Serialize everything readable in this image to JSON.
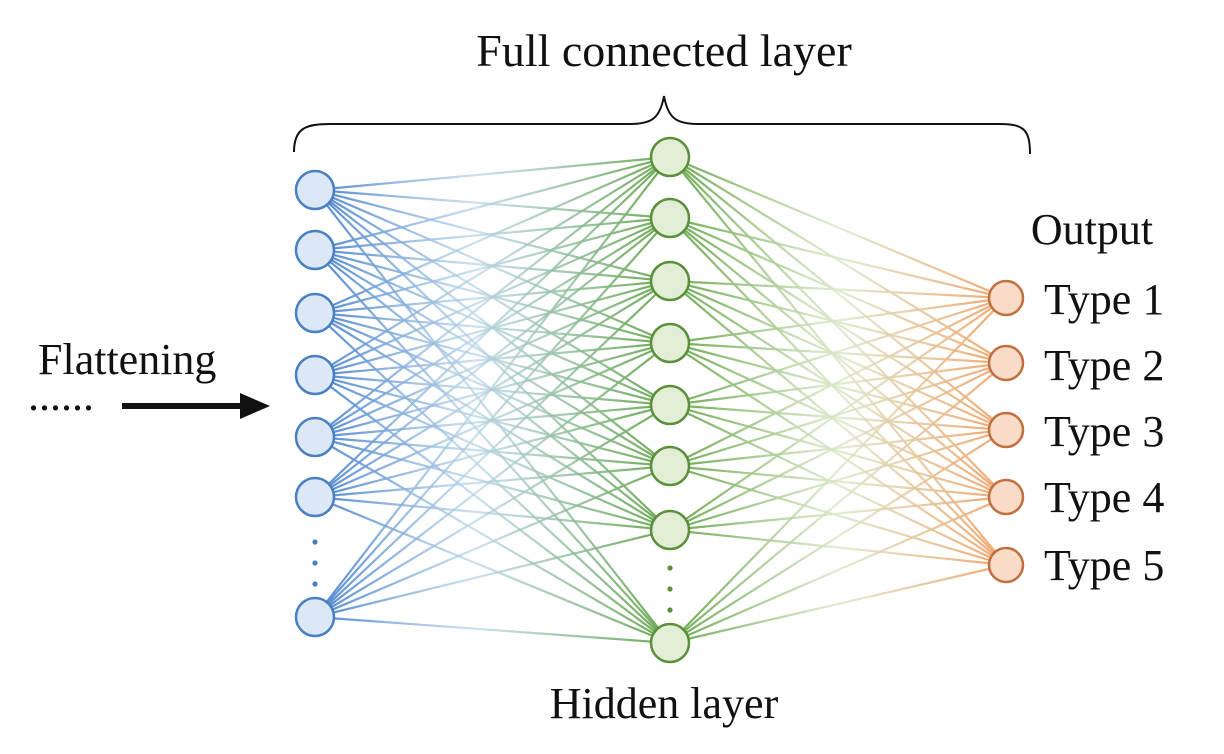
{
  "diagram": {
    "title": "Full connected layer",
    "input_label": "Flattening",
    "input_ellipsis": "......",
    "hidden_label": "Hidden layer",
    "output_label": "Output",
    "output_types": [
      "Type 1",
      "Type 2",
      "Type 3",
      "Type 4",
      "Type 5"
    ]
  },
  "colors": {
    "input_fill": "#dce8f5",
    "input_stroke": "#4a7fc1",
    "input_edge": "#4f86d0",
    "hidden_fill": "#e2efd6",
    "hidden_stroke": "#5b8f3c",
    "hidden_edge": "#6aa84f",
    "output_fill": "#f8dcc8",
    "output_stroke": "#c0703e",
    "output_edge": "#f2a56e",
    "text": "#111111"
  }
}
